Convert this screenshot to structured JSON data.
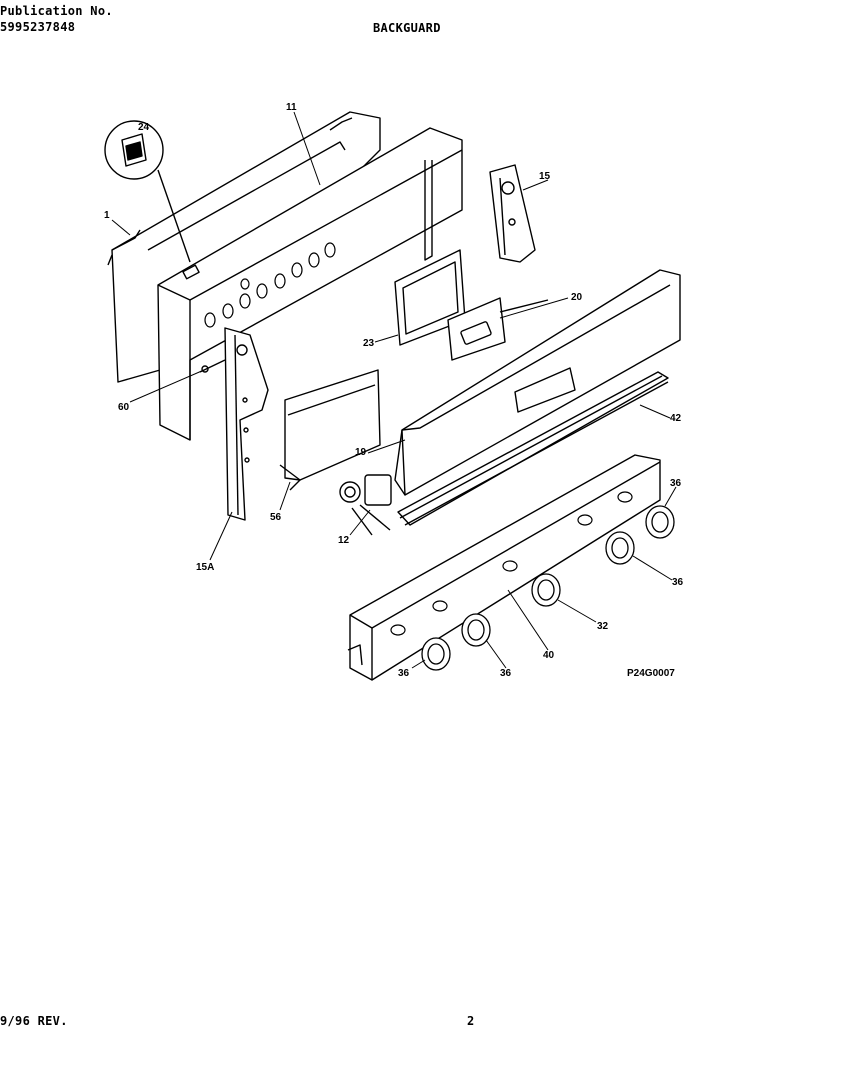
{
  "header": {
    "pub_label": "Publication No.",
    "pub_number": "5995237848",
    "section_title": "BACKGUARD"
  },
  "footer": {
    "revision": "9/96 REV.",
    "page_number": "2"
  },
  "diagram": {
    "figure_id": "P24G0007",
    "callouts": {
      "c1": "1",
      "c11": "11",
      "c24": "24",
      "c15": "15",
      "c20": "20",
      "c23": "23",
      "c60": "60",
      "c19": "19",
      "c42": "42",
      "c56": "56",
      "c12": "12",
      "c15a": "15A",
      "c36a": "36",
      "c36b": "36",
      "c36c": "36",
      "c36d": "36",
      "c32": "32",
      "c40": "40"
    }
  }
}
